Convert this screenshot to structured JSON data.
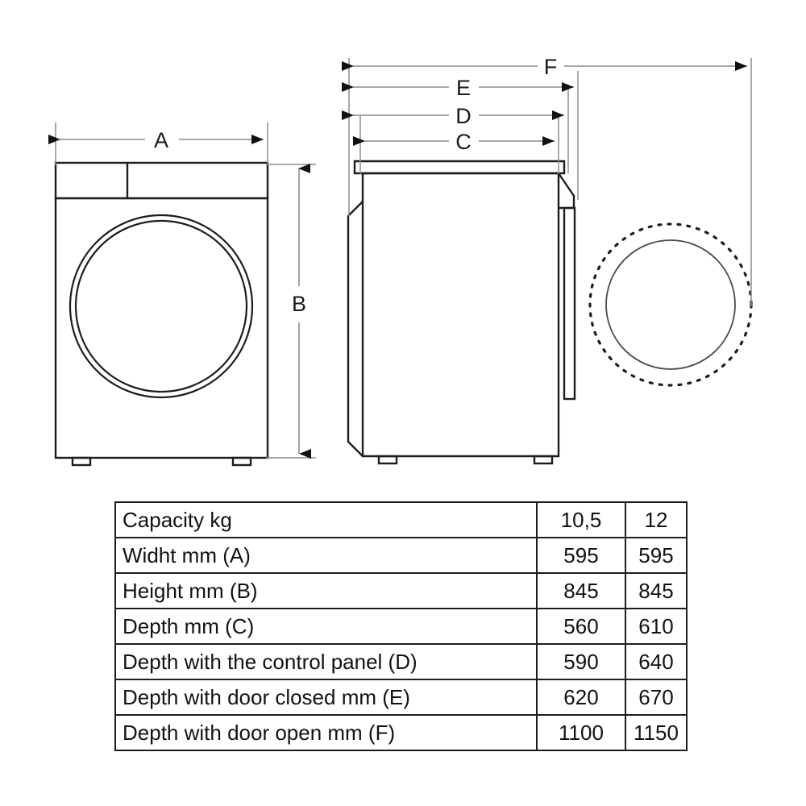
{
  "diagram": {
    "title": "Washing machine dimension drawing",
    "views": {
      "front": {
        "name": "front-view",
        "dimension_labels": [
          "A",
          "B"
        ]
      },
      "side": {
        "name": "side-view",
        "dimension_labels": [
          "C",
          "D",
          "E",
          "F"
        ]
      }
    },
    "dimension_labels": {
      "A": "A",
      "B": "B",
      "C": "C",
      "D": "D",
      "E": "E",
      "F": "F"
    },
    "line_color": "#1d1d1d",
    "arrow_color": "#111111",
    "dimension_line_color": "#8c8c8c",
    "background": "#ffffff"
  },
  "table": {
    "columns": [
      "",
      "10,5",
      "12"
    ],
    "rows": [
      {
        "label": "Capacity kg",
        "v1": "10,5",
        "v2": "12"
      },
      {
        "label": "Widht mm (A)",
        "v1": "595",
        "v2": "595"
      },
      {
        "label": "Height mm (B)",
        "v1": "845",
        "v2": "845"
      },
      {
        "label": "Depth mm (C)",
        "v1": "560",
        "v2": "610"
      },
      {
        "label": "Depth with the control panel (D)",
        "v1": "590",
        "v2": "640"
      },
      {
        "label": "Depth with door closed mm (E)",
        "v1": "620",
        "v2": "670"
      },
      {
        "label": "Depth with door open mm (F)",
        "v1": "1100",
        "v2": "1150"
      }
    ]
  }
}
